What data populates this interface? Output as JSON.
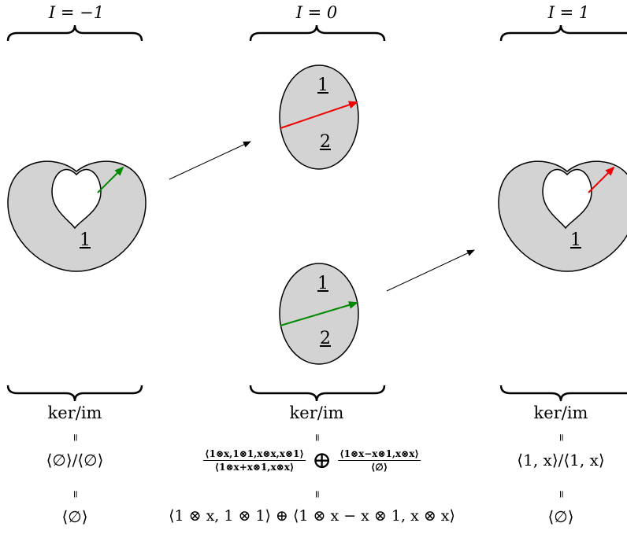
{
  "columns": [
    {
      "label": "I = −1",
      "kerim": "ker/im",
      "line1": "⟨∅⟩/⟨∅⟩",
      "line2": "⟨∅⟩"
    },
    {
      "label": "I = 0",
      "kerim": "ker/im",
      "frac1_num": "⟨1⊗x,1⊗1,x⊗x,x⊗1⟩",
      "frac1_den": "⟨1⊗x+x⊗1,x⊗x⟩",
      "oplus": "⊕",
      "frac2_num": "⟨1⊗x−x⊗1,x⊗x⟩",
      "frac2_den": "⟨∅⟩",
      "line2": "⟨1 ⊗ x, 1 ⊗ 1⟩ ⊕ ⟨1 ⊗ x − x ⊗ 1, x ⊗ x⟩"
    },
    {
      "label": "I = 1",
      "kerim": "ker/im",
      "line1": "⟨1, x⟩/⟨1, x⟩",
      "line2": "⟨∅⟩"
    }
  ],
  "eq_symbol": "=",
  "faces": {
    "left_heart": "1",
    "top_disk_upper": "1",
    "top_disk_lower": "2",
    "bottom_disk_upper": "1",
    "bottom_disk_lower": "2",
    "right_heart": "1"
  },
  "colors": {
    "surface_fill": "#d3d3d3",
    "outline": "#000000",
    "green_arrow": "#008800",
    "red_arrow": "#ee0000"
  }
}
